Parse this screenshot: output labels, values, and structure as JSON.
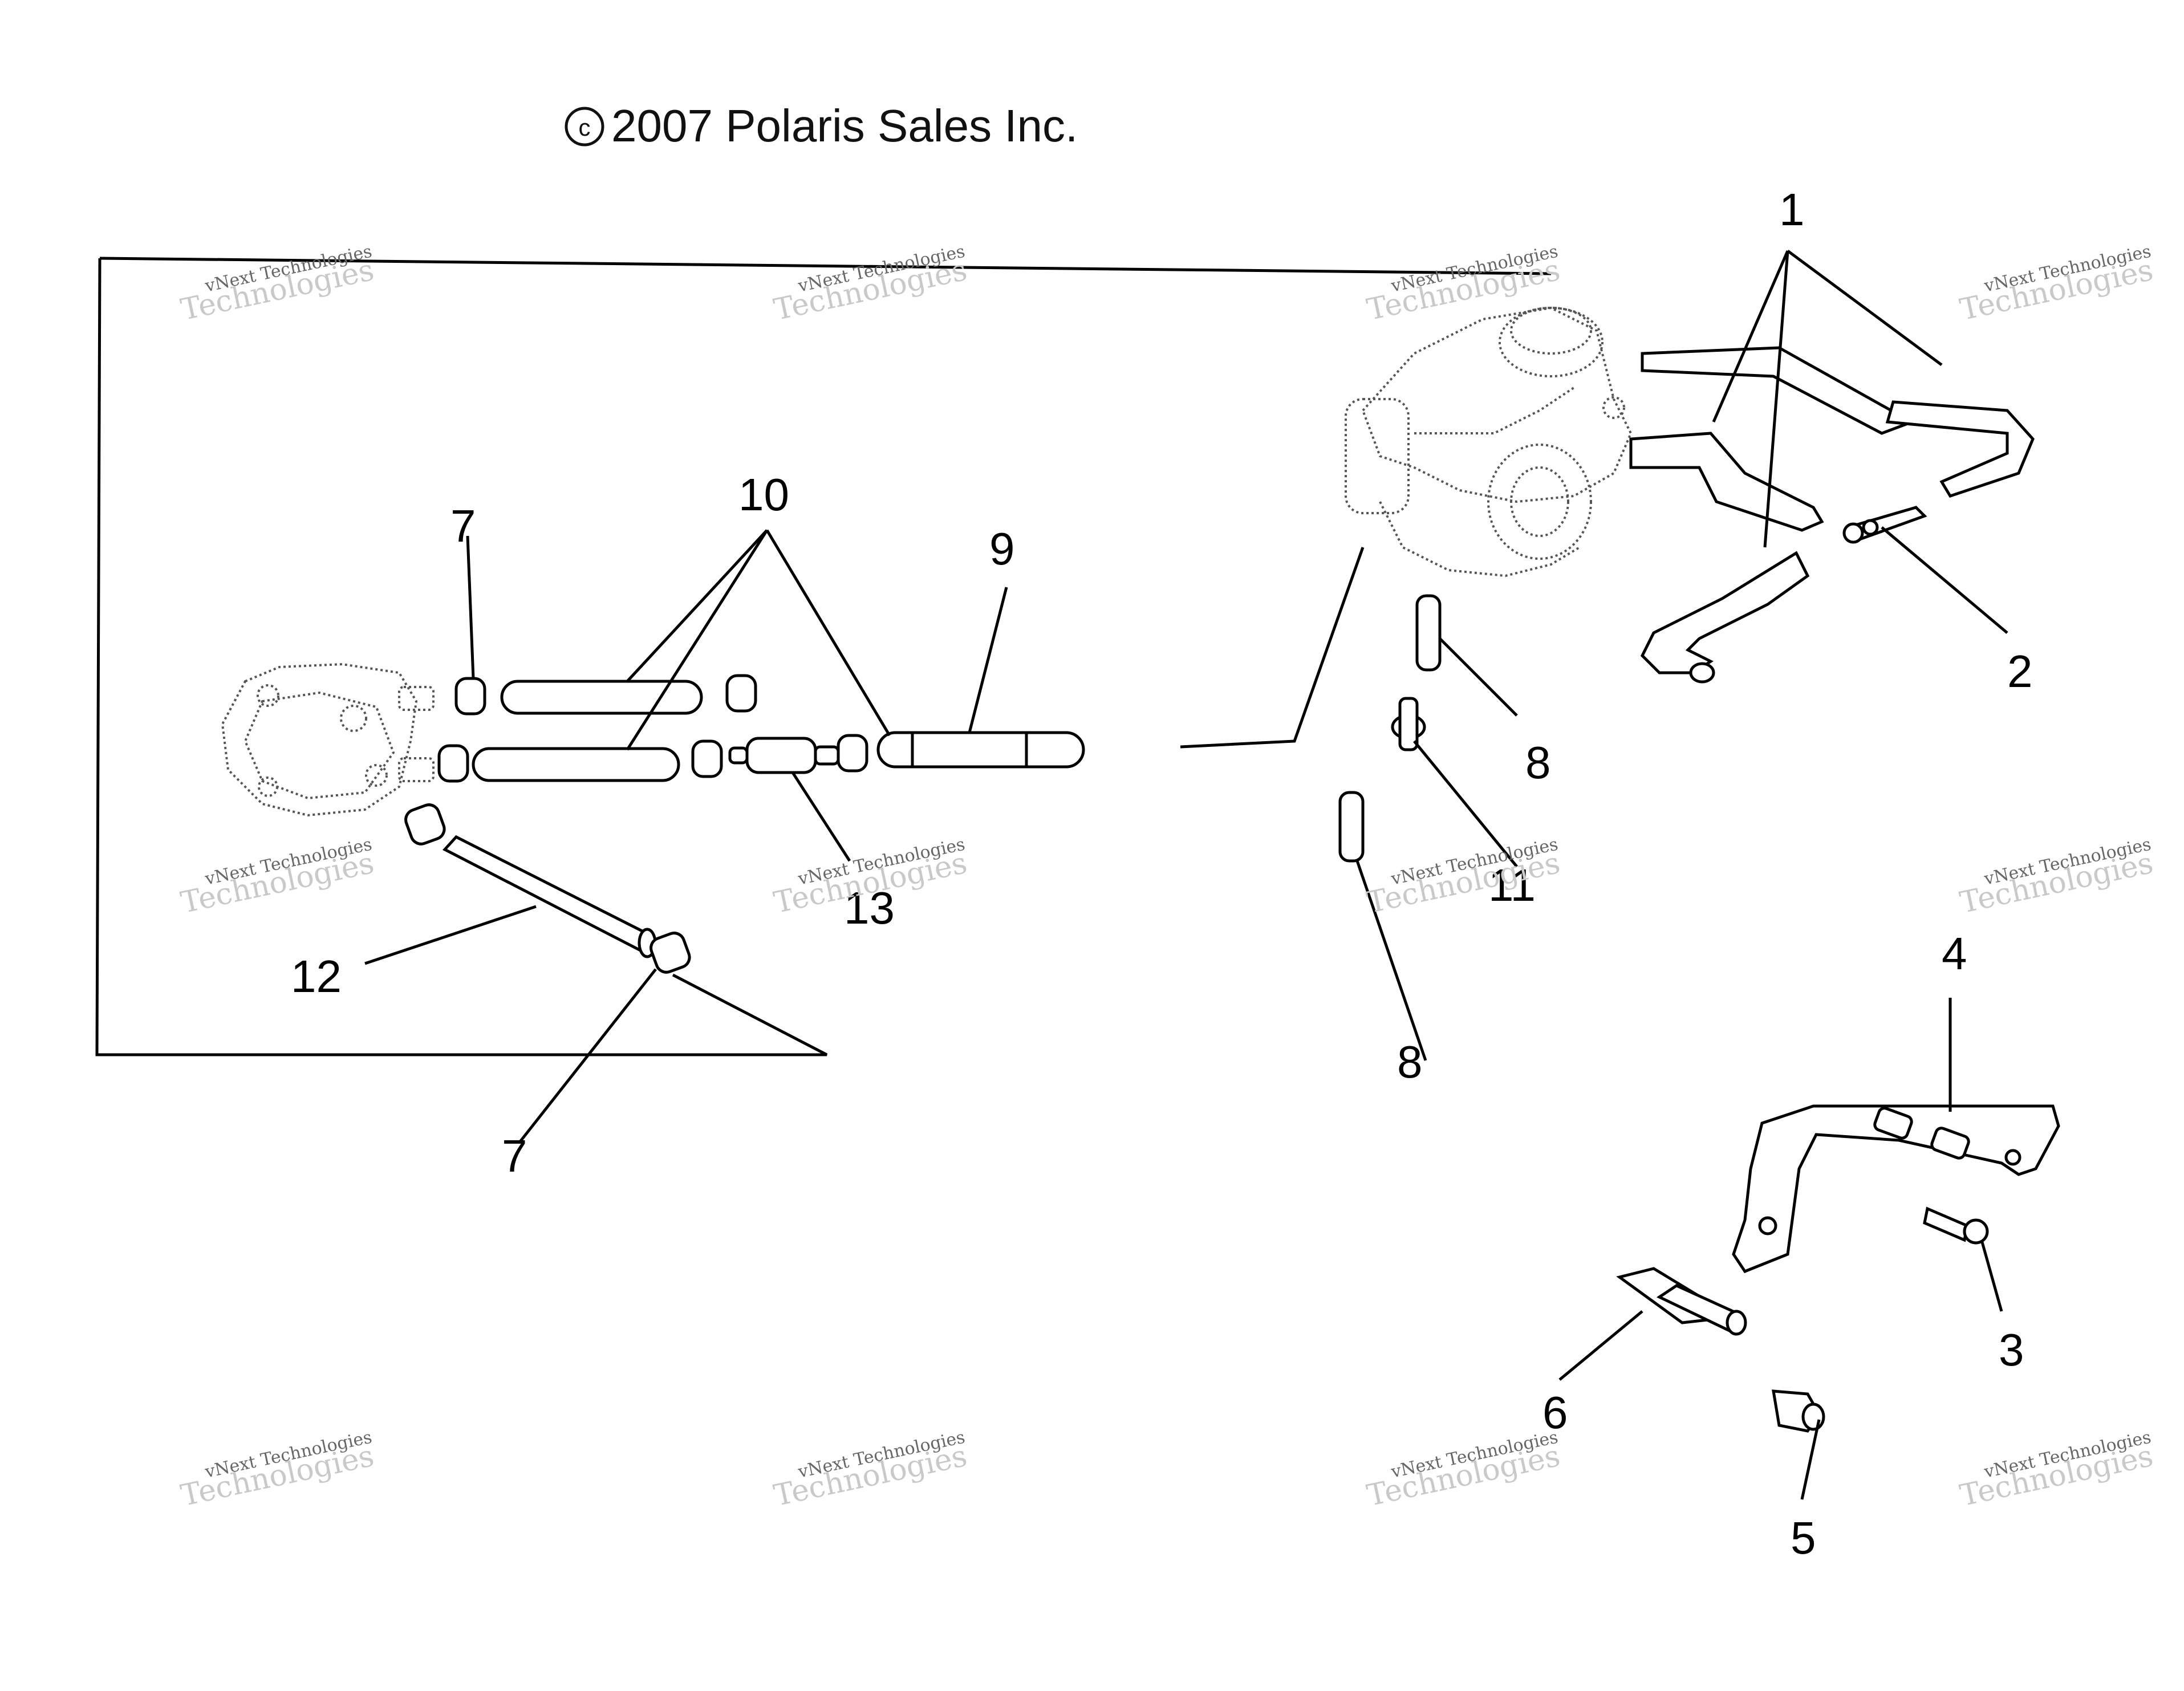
{
  "copyright": "2007 Polaris Sales Inc.",
  "copyright_symbol": "c",
  "callouts": {
    "c1": "1",
    "c2": "2",
    "c3": "3",
    "c4": "4",
    "c5": "5",
    "c6": "6",
    "c7a": "7",
    "c7b": "7",
    "c8a": "8",
    "c8b": "8",
    "c9": "9",
    "c10": "10",
    "c11": "11",
    "c12": "12",
    "c13": "13"
  },
  "watermark": {
    "line1": "vNext Technologies",
    "line2": "Technologies"
  }
}
